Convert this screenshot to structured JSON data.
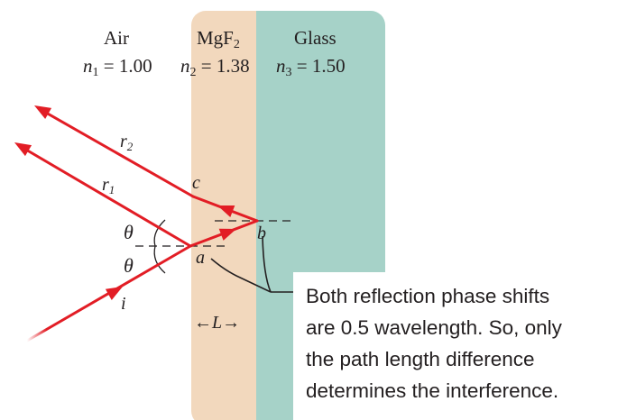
{
  "colors": {
    "mgf2_layer": "#f2d8bd",
    "glass_layer": "#a6d2c8",
    "ray": "#e21d25",
    "text": "#231f20"
  },
  "media": [
    {
      "name": "Air",
      "symbol": "n",
      "index": "1",
      "value": "1.00"
    },
    {
      "name": "MgF",
      "name_subscript": "2",
      "symbol": "n",
      "index": "2",
      "value": "1.38"
    },
    {
      "name": "Glass",
      "symbol": "n",
      "index": "3",
      "value": "1.50"
    }
  ],
  "rays": {
    "incident": {
      "symbol": "i"
    },
    "reflected_1": {
      "symbol": "r",
      "index": "1"
    },
    "reflected_2": {
      "symbol": "r",
      "index": "2"
    }
  },
  "points": {
    "a": "a",
    "b": "b",
    "c": "c"
  },
  "angle_symbol": "θ",
  "thickness_label": {
    "left_arrow": "←",
    "symbol": "L",
    "right_arrow": "→"
  },
  "note": {
    "lines": [
      "Both reflection phase shifts",
      "are 0.5 wavelength. So, only",
      "the path length difference",
      "determines the interference."
    ]
  },
  "icons": [
    "arrowhead-icon"
  ]
}
